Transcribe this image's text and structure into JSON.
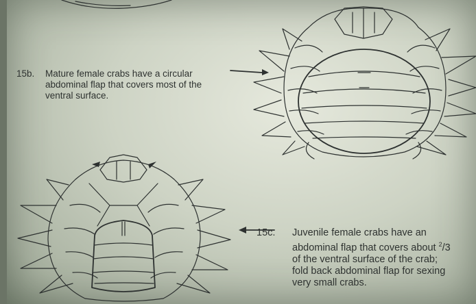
{
  "figure_15b": {
    "number": "15b.",
    "lines": [
      "Mature female crabs have a circular",
      "abdominal flap that covers most of the",
      "ventral surface."
    ]
  },
  "figure_15c": {
    "number": "15c.",
    "line1": "Juvenile female crabs have an",
    "line2_pre": "abdominal flap that covers about ",
    "frac_num": "2",
    "frac_sep": "/",
    "frac_den": "3",
    "line3": "of the ventral surface of the crab;",
    "line4": "fold back abdominal flap for sexing",
    "line5": "very small crabs."
  },
  "colors": {
    "ink": "#2d3130",
    "paper": "#dfe3d6"
  }
}
